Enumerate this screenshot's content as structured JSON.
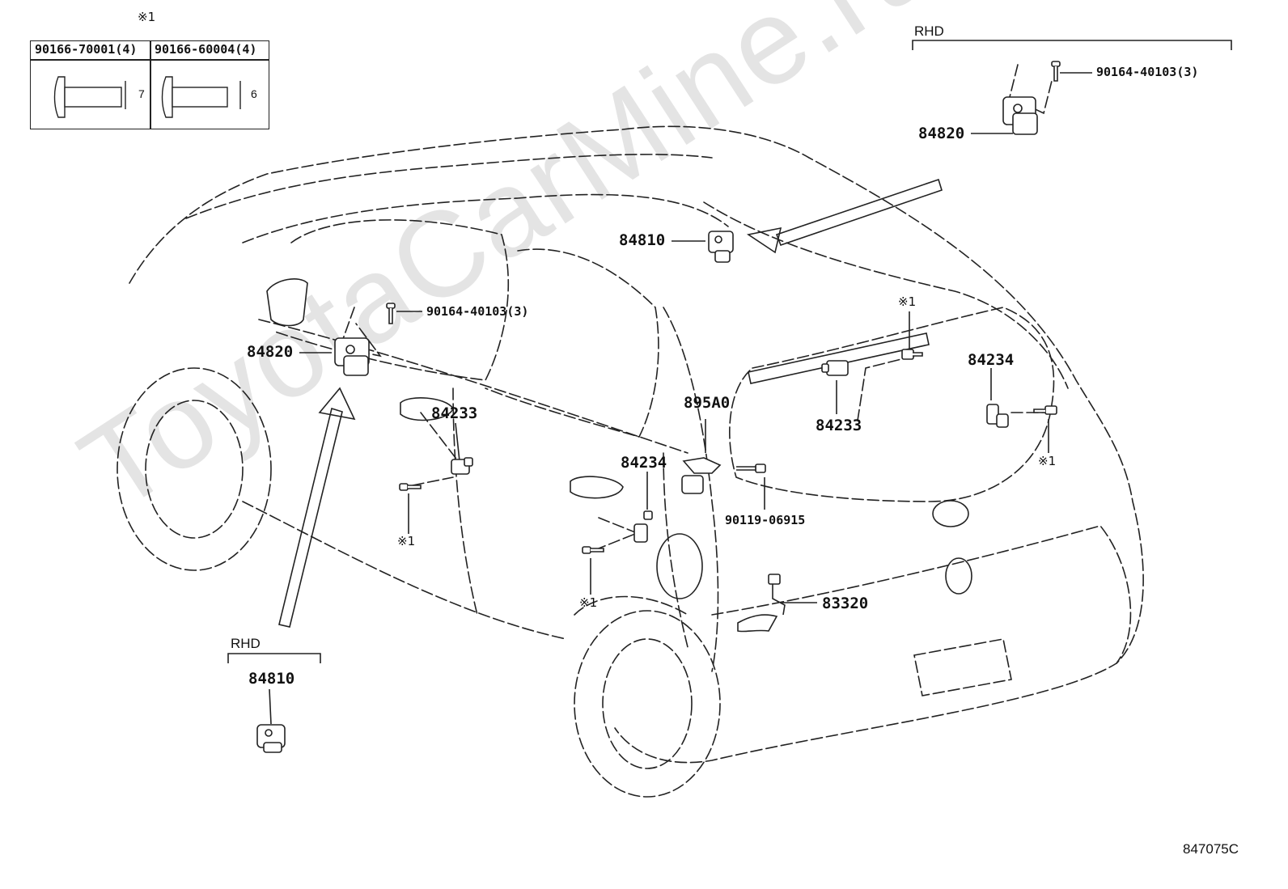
{
  "watermark": "ToyotaCarMine.ru",
  "legend": {
    "mark": "※1",
    "part1": "90166-70001(4)",
    "part2": "90166-60004(4)",
    "dim1": "7",
    "dim2": "6"
  },
  "rhd_top": {
    "label": "RHD",
    "screw": "90164-40103(3)",
    "part": "84820"
  },
  "rhd_bottom": {
    "label": "RHD",
    "part": "84810"
  },
  "callouts": {
    "p84810_top": "84810",
    "p84820_left": "84820",
    "screw_left": "90164-40103(3)",
    "p84233_door": "84233",
    "p84234_door": "84234",
    "p895A0": "895A0",
    "screw_90119": "90119-06915",
    "p84233_hatch": "84233",
    "p84234_right": "84234",
    "p83320": "83320",
    "mark_a": "※1",
    "mark_b": "※1",
    "mark_c": "※1",
    "mark_d": "※1"
  },
  "diagram_code": "847075C"
}
